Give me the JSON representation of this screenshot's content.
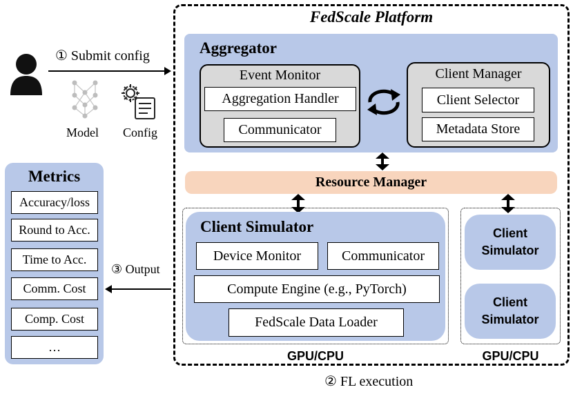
{
  "platform": {
    "title": "FedScale Platform",
    "step2": "② FL execution"
  },
  "user": {
    "step1": "① Submit config",
    "model_label": "Model",
    "config_label": "Config"
  },
  "aggregator": {
    "title": "Aggregator",
    "event_monitor": {
      "title": "Event Monitor",
      "items": [
        "Aggregation Handler",
        "Communicator"
      ]
    },
    "client_manager": {
      "title": "Client Manager",
      "items": [
        "Client Selector",
        "Metadata Store"
      ]
    }
  },
  "resource_manager": "Resource Manager",
  "client_simulator": {
    "title": "Client Simulator",
    "device_monitor": "Device Monitor",
    "communicator": "Communicator",
    "compute_engine": "Compute Engine (e.g., PyTorch)",
    "data_loader": "FedScale Data Loader",
    "gpu_label": "GPU/CPU"
  },
  "side_simulators": {
    "sim1_line1": "Client",
    "sim1_line2": "Simulator",
    "sim2_line1": "Client",
    "sim2_line2": "Simulator",
    "gpu_label": "GPU/CPU"
  },
  "metrics": {
    "title": "Metrics",
    "items": [
      "Accuracy/loss",
      "Round to Acc.",
      "Time to Acc.",
      "Comm. Cost",
      "Comp. Cost",
      "…"
    ],
    "step3": "③ Output"
  },
  "colors": {
    "blue": "#b8c8e8",
    "orange": "#f8d5bd",
    "gray": "#d9d9d9"
  }
}
